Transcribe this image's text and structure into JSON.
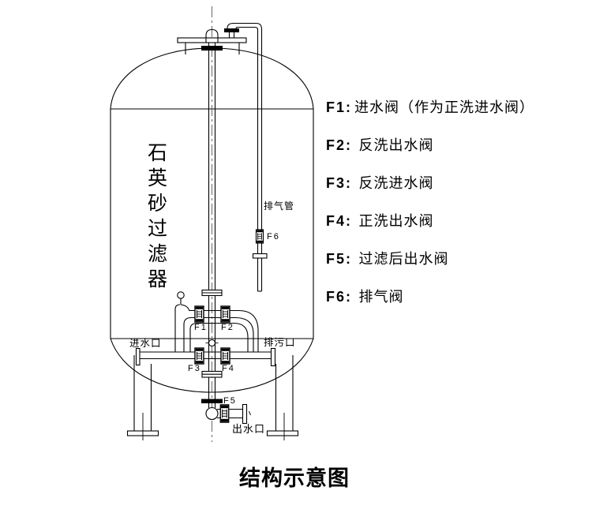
{
  "title": "结构示意图",
  "tank": {
    "vertical_label": "石英砂过滤器"
  },
  "labels": {
    "exhaust_pipe": "排气管",
    "inlet": "进水口",
    "drain": "排污口",
    "outlet": "出水口"
  },
  "valve_tags": {
    "f1": "F1",
    "f2": "F2",
    "f3": "F3",
    "f4": "F4",
    "f5": "F5",
    "f6": "F6"
  },
  "legend": {
    "items": [
      {
        "id": "F1",
        "sep": ":",
        "desc": "进水阀（作为正洗进水阀）"
      },
      {
        "id": "F2",
        "sep": ":",
        "desc": " 反洗出水阀"
      },
      {
        "id": "F3",
        "sep": ":",
        "desc": " 反洗进水阀"
      },
      {
        "id": "F4",
        "sep": ":",
        "desc": " 正洗出水阀"
      },
      {
        "id": "F5",
        "sep": ":",
        "desc": " 过滤后出水阀"
      },
      {
        "id": "F6",
        "sep": ":",
        "desc": " 排气阀"
      }
    ]
  }
}
